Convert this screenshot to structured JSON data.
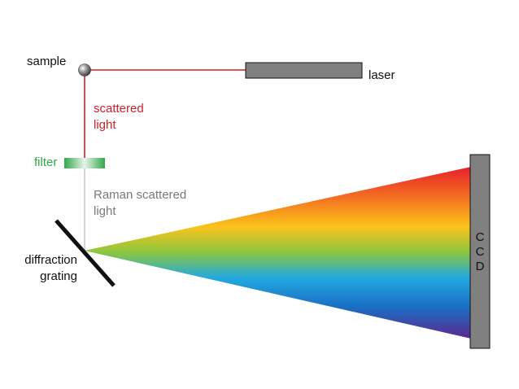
{
  "labels": {
    "sample": "sample",
    "laser": "laser",
    "scattered_line1": "scattered",
    "scattered_line2": "light",
    "filter": "filter",
    "raman_line1": "Raman scattered",
    "raman_line2": "light",
    "grating_line1": "diffraction",
    "grating_line2": "grating",
    "ccd_letters": [
      "C",
      "C",
      "D"
    ]
  },
  "colors": {
    "laser_beam": "#d0202a",
    "scattered_text": "#d0202a",
    "filter_text": "#2fa84a",
    "raman_beam": "#b8b8b8",
    "raman_text": "#7a7a7a",
    "laser_body": "#808080",
    "ccd_body": "#808080",
    "grating": "#111111",
    "spectrum": [
      "#e8202a",
      "#f47a20",
      "#fbc21a",
      "#8cc63f",
      "#22a9e0",
      "#1a6fc4",
      "#5b2a91"
    ]
  },
  "icons": {
    "sample": "sphere-icon",
    "filter": "filter-gradient-icon",
    "grating": "grating-mirror-icon"
  }
}
